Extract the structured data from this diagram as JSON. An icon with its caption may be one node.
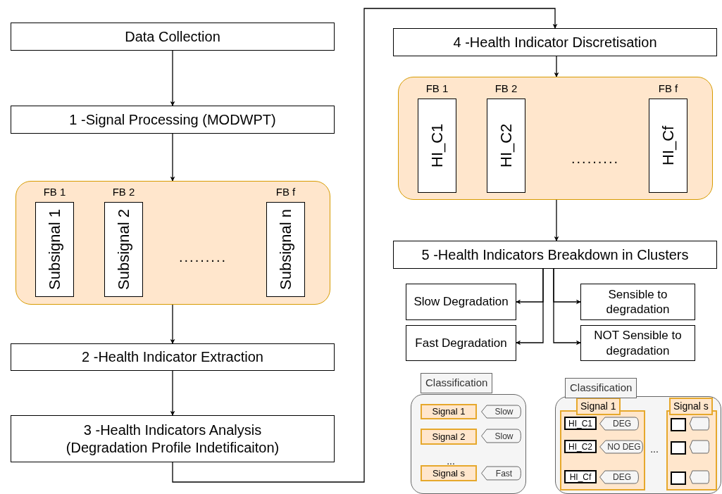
{
  "diagram": {
    "nodes": [
      {
        "text": [
          "Data Collection"
        ]
      },
      {
        "text": [
          "1 -Signal Processing (MODWPT)"
        ]
      },
      {
        "text": [],
        "shape": "box"
      },
      {
        "text": [
          "Subsignal 1"
        ],
        "in": 2,
        "beside": [
          "FB 1"
        ]
      },
      {
        "text": [
          "Subsignal 2"
        ],
        "in": 2,
        "beside": [
          "FB 2"
        ]
      },
      {
        "text": [
          "Subsignal n"
        ],
        "in": 2,
        "beside": [
          "FB f"
        ]
      },
      {
        "text": [
          "2 -Health Indicator Extraction"
        ]
      },
      {
        "text": [
          "3 -Health Indicators Analysis (Degradation Profile Indetificaiton)"
        ]
      },
      {
        "text": [
          "4 -Health Indicator Discretisation"
        ]
      },
      {
        "text": [],
        "shape": "box"
      },
      {
        "text": [
          "HI_C1"
        ],
        "in": 9,
        "beside": [
          "FB 1"
        ]
      },
      {
        "text": [
          "HI_C2"
        ],
        "in": 9,
        "beside": [
          "FB 2"
        ]
      },
      {
        "text": [
          "HI_Cf"
        ],
        "in": 9,
        "beside": [
          "FB f"
        ]
      },
      {
        "text": [
          "5 -Health Indicators Breakdown in Clusters"
        ]
      },
      {
        "text": [
          "Slow Degradation"
        ]
      },
      {
        "text": [
          "Fast Degradation"
        ]
      },
      {
        "text": [
          "Sensible to degradation"
        ]
      },
      {
        "text": [
          "NOT Sensible to degradation"
        ]
      },
      {
        "text": [
          "Classification"
        ]
      },
      {
        "text": [
          "Signal 1"
        ],
        "in": 18
      },
      {
        "text": [
          "Slow"
        ],
        "in": 18
      },
      {
        "text": [
          "Signal 2"
        ],
        "in": 18
      },
      {
        "text": [
          "Slow"
        ],
        "in": 18
      },
      {
        "text": [
          "Signal s"
        ],
        "in": 18
      },
      {
        "text": [
          "Fast"
        ],
        "in": 18
      },
      {
        "text": [
          "Classification"
        ]
      },
      {
        "text": [
          "Signal 1"
        ],
        "in": 25
      },
      {
        "text": [
          "HI_C1"
        ],
        "in": 26
      },
      {
        "text": [
          "DEG"
        ],
        "in": 26
      },
      {
        "text": [
          "HI_C2"
        ],
        "in": 26
      },
      {
        "text": [
          "NO DEG"
        ],
        "in": 26
      },
      {
        "text": [
          "HI_Cf"
        ],
        "in": 26
      },
      {
        "text": [
          "DEG"
        ],
        "in": 26
      },
      {
        "text": [
          "Signal s"
        ],
        "in": 25
      },
      {
        "text": [],
        "shape": "box",
        "in": 33
      },
      {
        "text": [],
        "shape": "tag",
        "in": 33
      },
      {
        "text": [],
        "shape": "box",
        "in": 33
      },
      {
        "text": [],
        "shape": "tag",
        "in": 33
      },
      {
        "text": [],
        "shape": "box",
        "in": 33
      },
      {
        "text": [],
        "shape": "tag",
        "in": 33
      }
    ],
    "edges": [
      {
        "from": 0,
        "to": 1,
        "arrow": "to"
      },
      {
        "from": 1,
        "to": 2,
        "arrow": "to"
      },
      {
        "from": 2,
        "to": 6,
        "arrow": "to"
      },
      {
        "from": 6,
        "to": 7,
        "arrow": "to"
      },
      {
        "from": 7,
        "to": 8,
        "arrow": "to"
      },
      {
        "from": 8,
        "to": 9,
        "arrow": "to"
      },
      {
        "from": 9,
        "to": 13,
        "arrow": "to"
      },
      {
        "from": 13,
        "to": 14,
        "arrow": "to"
      },
      {
        "from": 13,
        "to": 15,
        "arrow": "to"
      },
      {
        "from": 13,
        "to": 16,
        "arrow": "to"
      },
      {
        "from": 13,
        "to": 17,
        "arrow": "to"
      }
    ],
    "labels": [
      ".........",
      ".........",
      "...",
      "..."
    ]
  }
}
